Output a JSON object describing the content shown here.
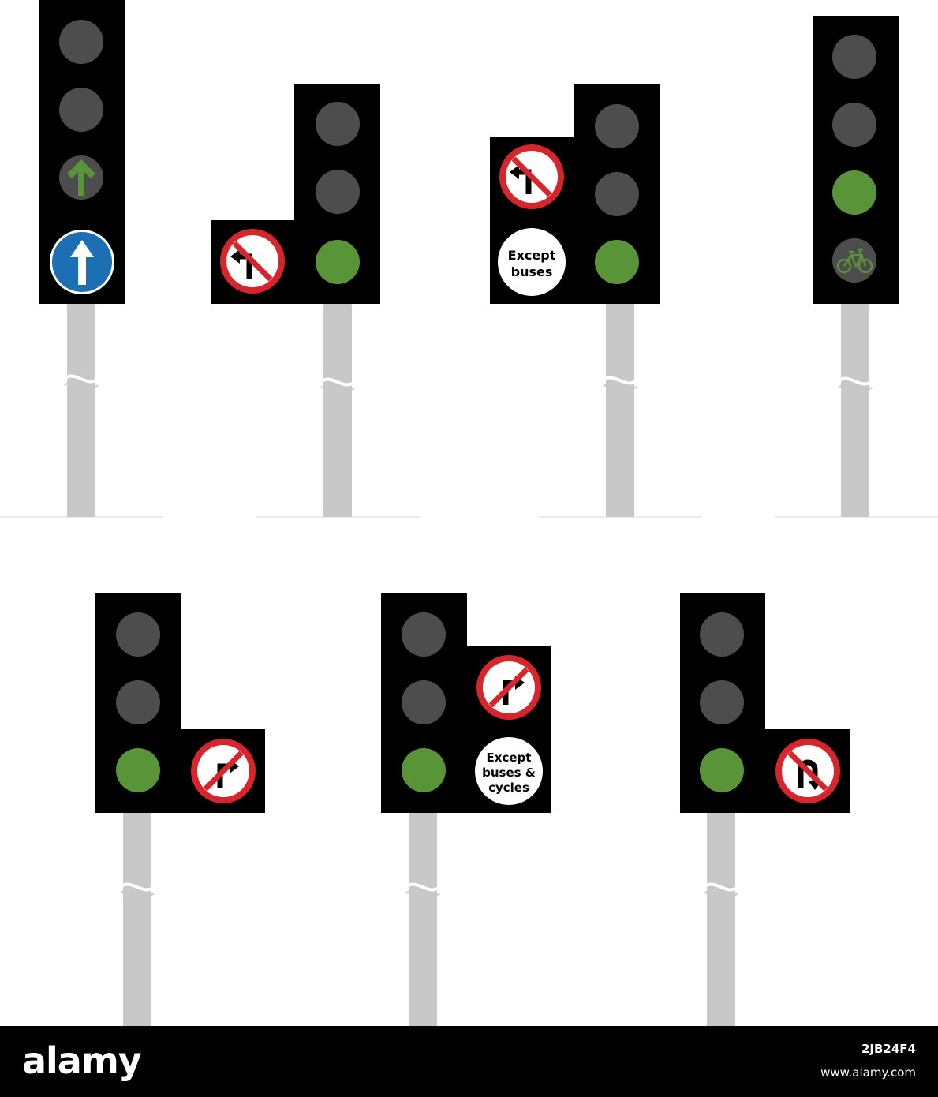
{
  "colors": {
    "housing": "#000000",
    "lamp_off": "#4d4d4d",
    "lamp_green": "#5a9438",
    "pole": "#c8c8c8",
    "ground": "#dddddd",
    "prohibit_red": "#d6262b",
    "blue_sign": "#1d6fb4",
    "footer": "#000000"
  },
  "signals": [
    {
      "id": "ahead-only",
      "lamps": [
        "off",
        "off",
        "green-arrow-dim"
      ],
      "sign": "ahead-only-blue-circle-icon"
    },
    {
      "id": "no-left-turn",
      "lamps": [
        "off",
        "off",
        "green"
      ],
      "sign": "no-left-turn-icon"
    },
    {
      "id": "no-left-turn-except-buses",
      "lamps": [
        "off",
        "off",
        "green"
      ],
      "sign": "no-left-turn-icon",
      "plate_lines": [
        "Except",
        "buses"
      ]
    },
    {
      "id": "cycle-signal",
      "lamps": [
        "off",
        "off",
        "green",
        "cycle-dim"
      ],
      "sign": "bicycle-icon"
    },
    {
      "id": "no-right-turn",
      "lamps": [
        "off",
        "off",
        "green"
      ],
      "sign": "no-right-turn-icon"
    },
    {
      "id": "no-right-turn-except-buses-cycles",
      "lamps": [
        "off",
        "off",
        "green"
      ],
      "sign": "no-right-turn-icon",
      "plate_lines": [
        "Except",
        "buses &",
        "cycles"
      ]
    },
    {
      "id": "no-u-turn",
      "lamps": [
        "off",
        "off",
        "green"
      ],
      "sign": "no-u-turn-icon"
    }
  ],
  "footer": {
    "brand": "alamy",
    "image_id": "2JB24F4",
    "site": "www.alamy.com"
  }
}
